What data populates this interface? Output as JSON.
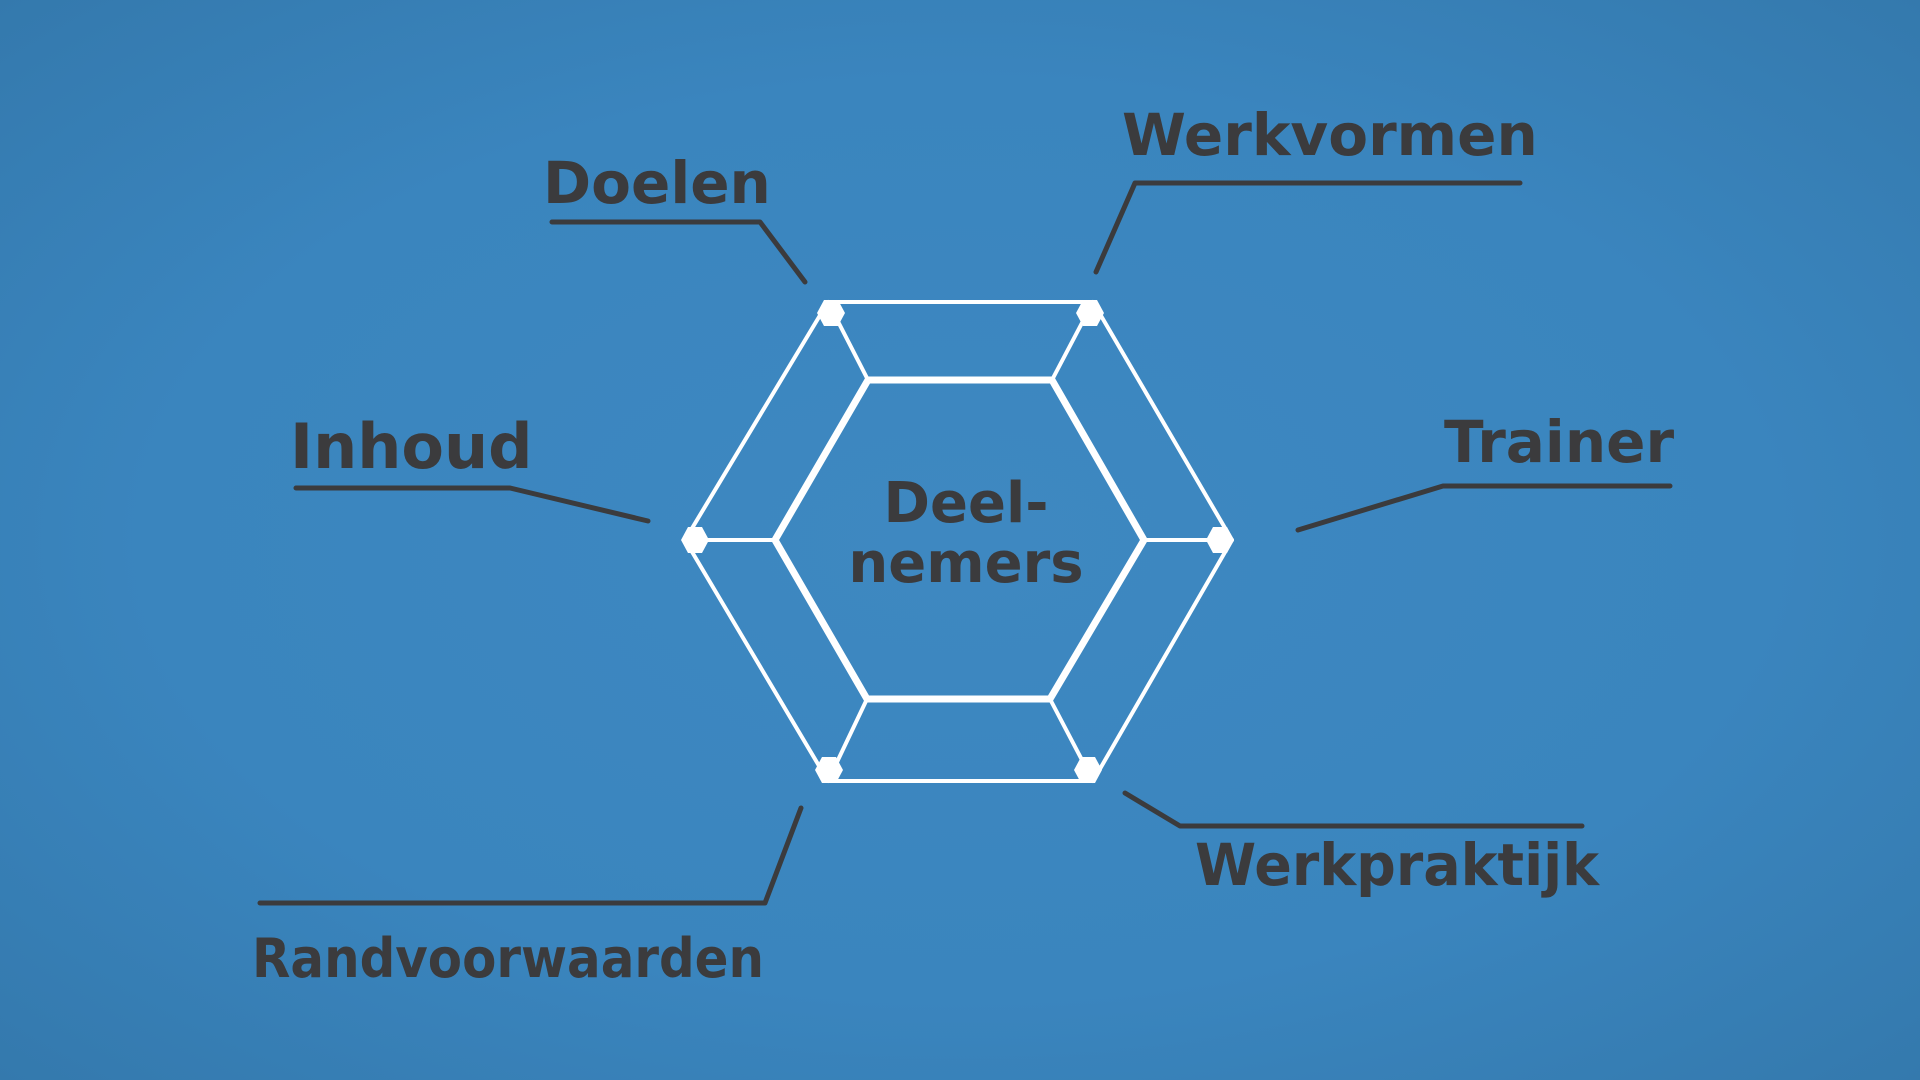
{
  "center": {
    "line1": "Deel-",
    "line2": "nemers"
  },
  "labels": {
    "doelen": "Doelen",
    "werkvormen": "Werkvormen",
    "inhoud": "Inhoud",
    "trainer": "Trainer",
    "randvoorwaarden": "Randvoorwaarden",
    "werkpraktijk": "Werkpraktijk"
  },
  "colors": {
    "background": "#3a85be",
    "text": "#3b3b3d",
    "lines": "#ffffff"
  }
}
